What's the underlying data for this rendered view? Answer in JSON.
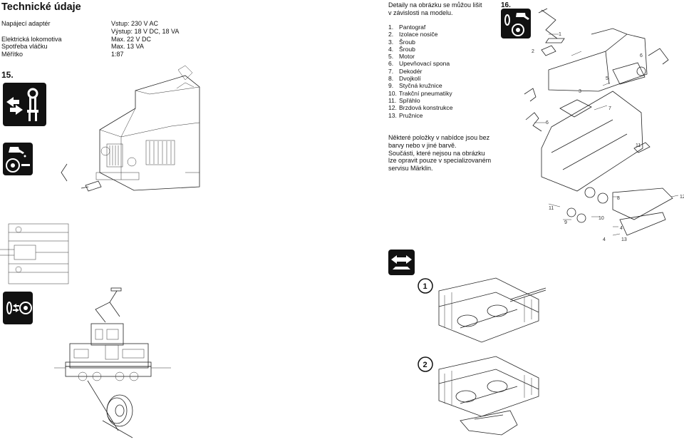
{
  "header": {
    "title": "Technické údaje"
  },
  "specs": [
    {
      "label": "Napájecí adaptér",
      "value": "Vstup: 230 V AC"
    },
    {
      "label": "",
      "value": "Výstup: 18 V DC, 18 VA"
    },
    {
      "label": "Elektrická lokomotiva",
      "value": "Max. 22 V DC"
    },
    {
      "label": "Spotřeba vláčku",
      "value": "Max. 13 VA"
    },
    {
      "label": "Měřítko",
      "value": "1:87"
    }
  ],
  "sections": {
    "s15": "15.",
    "s16": "16."
  },
  "details_note": [
    "Detaily na obrázku se můžou lišit",
    "v závislosti na modelu."
  ],
  "parts": [
    {
      "num": "1.",
      "name": "Pantograf"
    },
    {
      "num": "2.",
      "name": "Izolace nosiče"
    },
    {
      "num": "3.",
      "name": "Šroub"
    },
    {
      "num": "4.",
      "name": "Šroub"
    },
    {
      "num": "5.",
      "name": "Motor"
    },
    {
      "num": "6.",
      "name": "Upevňovací spona"
    },
    {
      "num": "7.",
      "name": "Dekodér"
    },
    {
      "num": "8.",
      "name": "Dvojkolí"
    },
    {
      "num": "9.",
      "name": "Styčná kružnice"
    },
    {
      "num": "10.",
      "name": "Trakční pneumatiky"
    },
    {
      "num": "11.",
      "name": "Spřáhlo"
    },
    {
      "num": "12.",
      "name": "Brzdová konstrukce"
    },
    {
      "num": "13.",
      "name": "Pružnice"
    }
  ],
  "availability_note": [
    "Některé položky v nabídce jsou bez",
    "barvy nebo v jiné barvě.",
    "Součásti, které nejsou na obrázku",
    "lze opravit pouze v specializovaném",
    "servisu Märklin."
  ],
  "callouts": {
    "c1": "1",
    "c2": "2",
    "c3": "3",
    "c4": "4",
    "c4b": "4",
    "c5": "5",
    "c6": "6",
    "c6b": "6",
    "c7": "7",
    "c8": "8",
    "c9": "9",
    "c10": "10",
    "c11": "11",
    "c11b": "11",
    "c12": "12",
    "c13": "13"
  },
  "steps": {
    "step1": "1",
    "step2": "2"
  },
  "icons": {
    "coupler_swap": "coupler-swap-icon",
    "lubricate": "lubricate-wheel-icon",
    "traction_tire": "traction-tire-icon",
    "wheel_swap": "wheel-swap-icon"
  }
}
